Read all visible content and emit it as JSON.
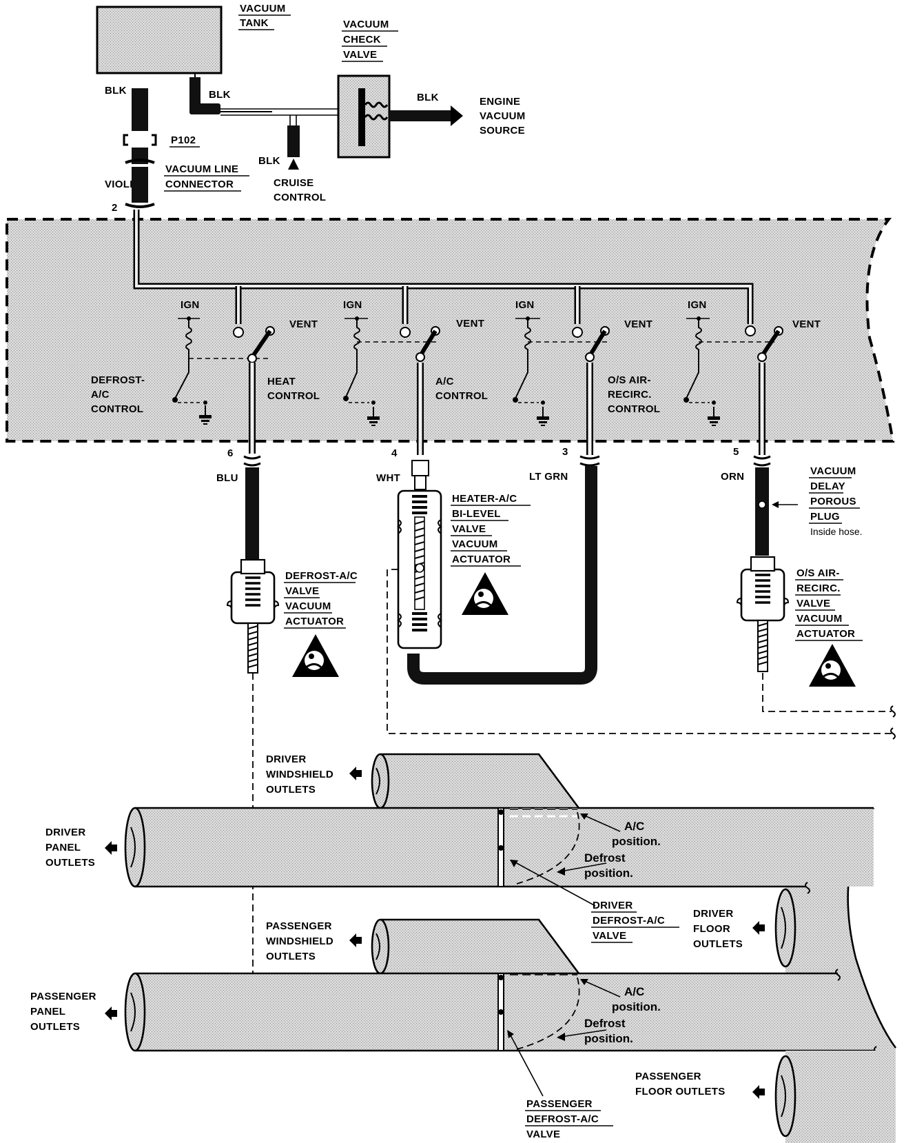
{
  "labels": {
    "vacuum_tank": [
      "VACUUM",
      "TANK"
    ],
    "vacuum_check_valve": [
      "VACUUM",
      "CHECK",
      "VALVE"
    ],
    "engine_vacuum_source": [
      "ENGINE",
      "VACUUM",
      "SOURCE"
    ],
    "blk_tank": "BLK",
    "blk_tank_right": "BLK",
    "blk_engine": "BLK",
    "blk_cruise": "BLK",
    "cruise_control": [
      "CRUISE",
      "CONTROL"
    ],
    "p102": "P102",
    "vacuum_line_connector": [
      "VACUUM LINE",
      "CONNECTOR"
    ],
    "violet": "VIOLET",
    "pin_2": "2",
    "ign": "IGN",
    "vent": "VENT",
    "defrost_ac_control": [
      "DEFROST-",
      "A/C",
      "CONTROL"
    ],
    "heat_control": [
      "HEAT",
      "CONTROL"
    ],
    "ac_control": [
      "A/C",
      "CONTROL"
    ],
    "os_air_recirc_control": [
      "O/S AIR-",
      "RECIRC.",
      "CONTROL"
    ],
    "pin_6": "6",
    "pin_4": "4",
    "pin_3": "3",
    "pin_5": "5",
    "blu": "BLU",
    "wht": "WHT",
    "lt_grn": "LT GRN",
    "orn": "ORN",
    "vacuum_delay_porous_plug": [
      "VACUUM",
      "DELAY",
      "POROUS",
      "PLUG"
    ],
    "inside_hose": "Inside hose.",
    "defrost_ac_valve_vacuum_actuator": [
      "DEFROST-A/C",
      "VALVE",
      "VACUUM",
      "ACTUATOR"
    ],
    "heater_ac_bilevel_valve_vacuum_actuator": [
      "HEATER-A/C",
      "BI-LEVEL",
      "VALVE",
      "VACUUM",
      "ACTUATOR"
    ],
    "os_air_recirc_valve_vacuum_actuator": [
      "O/S AIR-",
      "RECIRC.",
      "VALVE",
      "VACUUM",
      "ACTUATOR"
    ],
    "driver_windshield_outlets": [
      "DRIVER",
      "WINDSHIELD",
      "OUTLETS"
    ],
    "driver_panel_outlets": [
      "DRIVER",
      "PANEL",
      "OUTLETS"
    ],
    "ac_position_1": [
      "A/C",
      "position."
    ],
    "defrost_position_1": [
      "Defrost",
      "position."
    ],
    "driver_defrost_ac_valve": [
      "DRIVER",
      "DEFROST-A/C",
      "VALVE"
    ],
    "driver_floor_outlets": [
      "DRIVER",
      "FLOOR",
      "OUTLETS"
    ],
    "passenger_windshield_outlets": [
      "PASSENGER",
      "WINDSHIELD",
      "OUTLETS"
    ],
    "passenger_panel_outlets": [
      "PASSENGER",
      "PANEL",
      "OUTLETS"
    ],
    "ac_position_2": [
      "A/C",
      "position."
    ],
    "defrost_position_2": [
      "Defrost",
      "position."
    ],
    "passenger_floor_outlets": [
      "PASSENGER",
      "FLOOR OUTLETS"
    ],
    "passenger_defrost_ac_valve": [
      "PASSENGER",
      "DEFROST-A/C",
      "VALVE"
    ]
  },
  "icons": [
    "airbag-warning-icon",
    "ground-icon",
    "arrow-left-icon"
  ]
}
